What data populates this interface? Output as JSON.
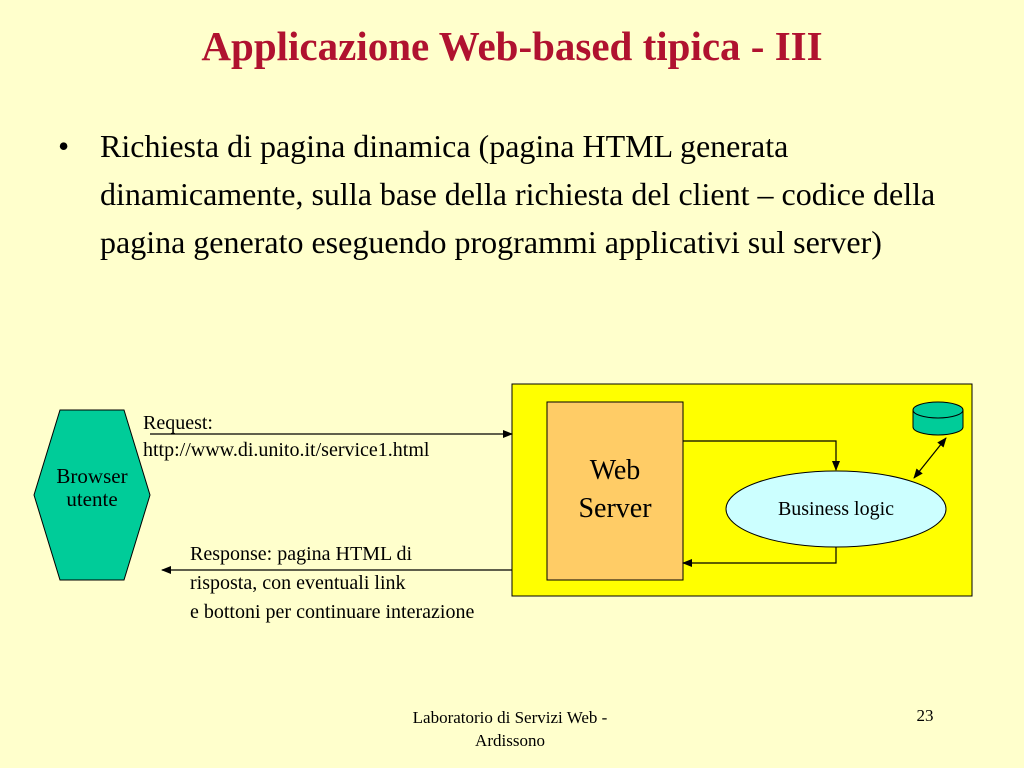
{
  "title": "Applicazione Web-based tipica - III",
  "bullet": {
    "marker": "•",
    "text": "Richiesta di pagina dinamica (pagina HTML generata dinamicamente, sulla base della richiesta del client – codice della pagina generato eseguendo programmi applicativi sul server)"
  },
  "diagram": {
    "browser": {
      "line1": "Browser",
      "line2": "utente"
    },
    "request": {
      "line1": "Request:",
      "line2": "http://www.di.unito.it/service1.html"
    },
    "response": {
      "line1": "Response: pagina HTML di",
      "line2": "risposta, con eventuali link",
      "line3": "e bottoni per continuare interazione"
    },
    "web_server": {
      "line1": "Web",
      "line2": "Server"
    },
    "business_logic": "Business logic",
    "colors": {
      "browser_fill": "#00CC99",
      "server_area_fill": "#FFFF00",
      "web_server_fill": "#FFCC66",
      "business_logic_fill": "#CCFFFF",
      "database_fill": "#00CC99"
    }
  },
  "footer": {
    "line1": "Laboratorio di Servizi Web -",
    "line2": "Ardissono"
  },
  "page_number": "23"
}
